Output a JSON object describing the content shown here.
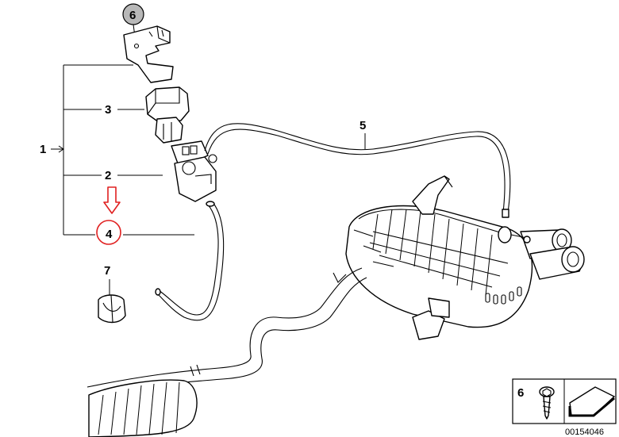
{
  "callouts": {
    "c1": "1",
    "c2": "2",
    "c3": "3",
    "c4": "4",
    "c5": "5",
    "c6_top": "6",
    "c7": "7",
    "c6_legend": "6"
  },
  "highlight": {
    "color": "#e02020",
    "target": "4"
  },
  "document_number": "00154046",
  "colors": {
    "line": "#000000",
    "callout_badge": "#b8b8b8",
    "background": "#ffffff"
  },
  "icons": [
    "hex-screw-icon",
    "page-corner-icon",
    "down-arrow-icon"
  ]
}
